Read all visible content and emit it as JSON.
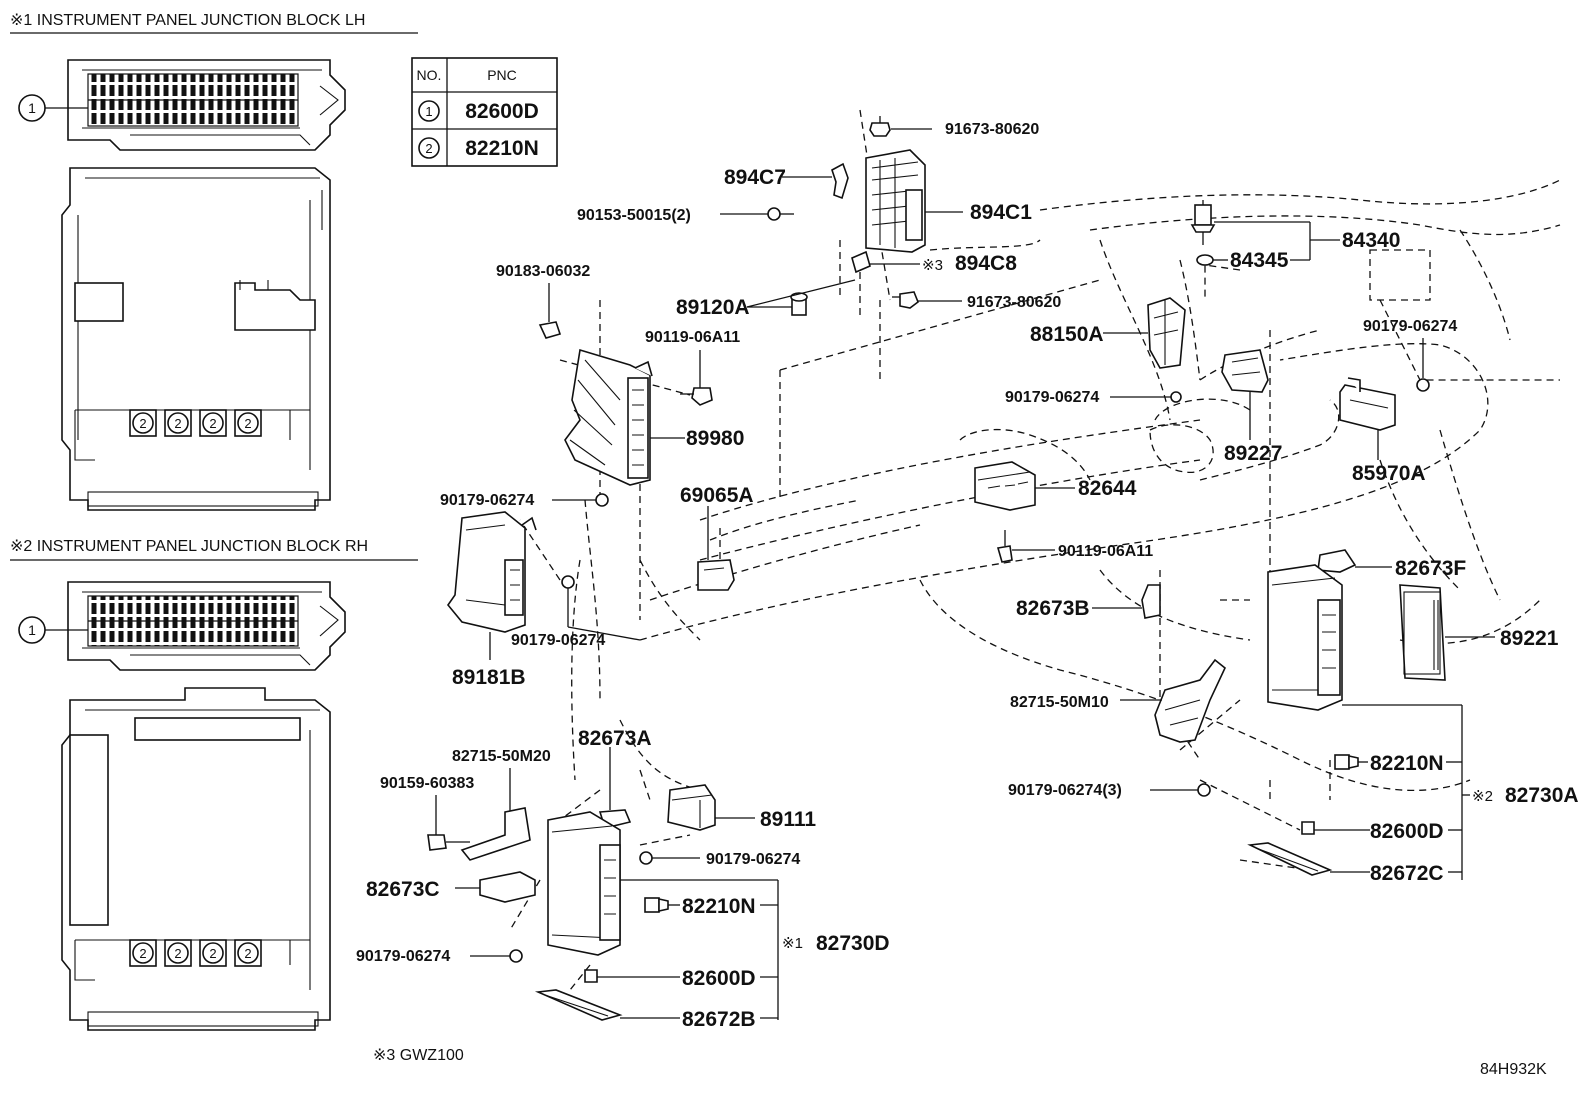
{
  "sections": {
    "lh_title": "※1 INSTRUMENT PANEL JUNCTION BLOCK LH",
    "rh_title": "※2 INSTRUMENT PANEL JUNCTION BLOCK RH"
  },
  "pnc_table": {
    "headers": [
      "NO.",
      "PNC"
    ],
    "rows": [
      {
        "no": "1",
        "pnc": "82600D"
      },
      {
        "no": "2",
        "pnc": "82210N"
      }
    ]
  },
  "circle_labels": {
    "one": "1",
    "two": "2"
  },
  "labels": {
    "p91673_a": "91673-80620",
    "p894C7": "894C7",
    "p90153": "90153-50015(2)",
    "p894C1": "894C1",
    "p894C8_mark": "※3",
    "p894C8": "894C8",
    "p90183": "90183-06032",
    "p91673_b": "91673-80620",
    "p89120A": "89120A",
    "p90119_a": "90119-06A11",
    "p88150A": "88150A",
    "p84340": "84340",
    "p84345": "84345",
    "p90179_r1": "90179-06274",
    "p90179_c1": "90179-06274",
    "p89980": "89980",
    "p89227": "89227",
    "p85970A": "85970A",
    "p90179_l1": "90179-06274",
    "p69065A": "69065A",
    "p82644": "82644",
    "p90119_b": "90119-06A11",
    "p82673F": "82673F",
    "p82673B": "82673B",
    "p90179_l2": "90179-06274",
    "p89221": "89221",
    "p89181B": "89181B",
    "p82715_50M10": "82715-50M10",
    "p82673A": "82673A",
    "p82715_50M20": "82715-50M20",
    "p90159": "90159-60383",
    "p82210N_r": "82210N",
    "p90179_3": "90179-06274(3)",
    "p82730A_mark": "※2",
    "p82730A": "82730A",
    "p89111": "89111",
    "p90179_c2": "90179-06274",
    "p82600D_r": "82600D",
    "p82673C": "82673C",
    "p82672C": "82672C",
    "p82210N_l": "82210N",
    "p82730D_mark": "※1",
    "p82730D": "82730D",
    "p90179_l3": "90179-06274",
    "p82600D_l": "82600D",
    "p82672B": "82672B",
    "note3": "※3 GWZ100",
    "diagram_id": "84H932K"
  }
}
